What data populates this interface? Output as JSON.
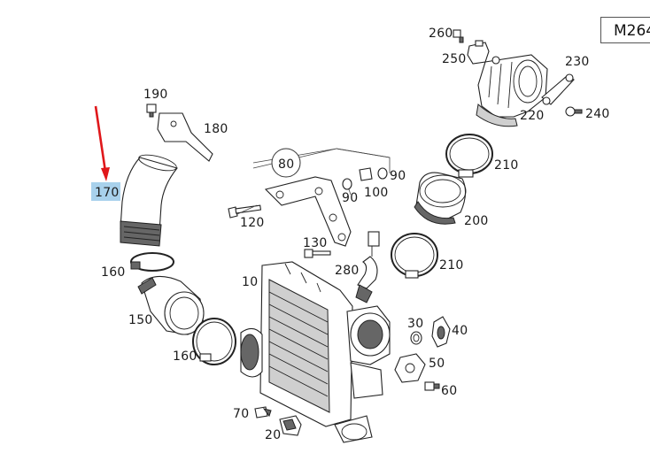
{
  "diagram_code": "M264",
  "selected_part": "170",
  "colors": {
    "arrow": "#e0181b",
    "highlight": "#a8d1ec"
  },
  "callouts": [
    {
      "id": "260",
      "text": "260"
    },
    {
      "id": "250",
      "text": "250"
    },
    {
      "id": "230",
      "text": "230"
    },
    {
      "id": "220",
      "text": "220"
    },
    {
      "id": "240",
      "text": "240"
    },
    {
      "id": "190",
      "text": "190"
    },
    {
      "id": "180",
      "text": "180"
    },
    {
      "id": "170",
      "text": "170"
    },
    {
      "id": "80",
      "text": "80"
    },
    {
      "id": "90a",
      "text": "90"
    },
    {
      "id": "90b",
      "text": "90"
    },
    {
      "id": "100",
      "text": "100"
    },
    {
      "id": "120",
      "text": "120"
    },
    {
      "id": "210a",
      "text": "210"
    },
    {
      "id": "200",
      "text": "200"
    },
    {
      "id": "210b",
      "text": "210"
    },
    {
      "id": "130",
      "text": "130"
    },
    {
      "id": "280",
      "text": "280"
    },
    {
      "id": "160a",
      "text": "160"
    },
    {
      "id": "10",
      "text": "10"
    },
    {
      "id": "150",
      "text": "150"
    },
    {
      "id": "30",
      "text": "30"
    },
    {
      "id": "40",
      "text": "40"
    },
    {
      "id": "160b",
      "text": "160"
    },
    {
      "id": "50",
      "text": "50"
    },
    {
      "id": "60",
      "text": "60"
    },
    {
      "id": "70",
      "text": "70"
    },
    {
      "id": "20",
      "text": "20"
    }
  ]
}
